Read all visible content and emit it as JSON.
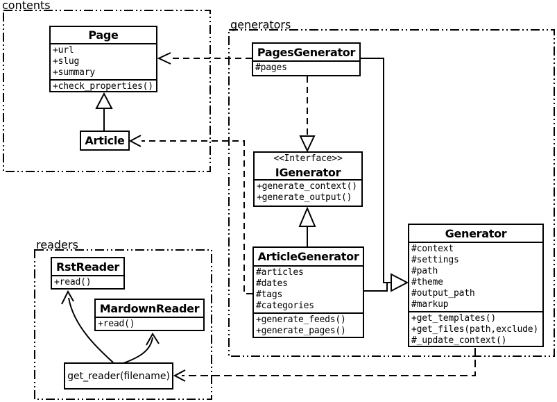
{
  "diagram_title": "UML class diagram",
  "colors": {
    "line": "#000000",
    "background": "#ffffff"
  },
  "packages": {
    "contents": {
      "label": "contents"
    },
    "generators": {
      "label": "generators"
    },
    "readers": {
      "label": "readers"
    }
  },
  "classes": {
    "page": {
      "title": "Page",
      "attrs": [
        "+url",
        "+slug",
        "+summary"
      ],
      "methods": [
        "+check_properties()"
      ]
    },
    "article": {
      "title": "Article"
    },
    "pages_generator": {
      "title": "PagesGenerator",
      "attrs": [
        "#pages"
      ]
    },
    "igenerator": {
      "stereotype": "<<Interface>>",
      "title": "IGenerator",
      "methods": [
        "+generate_context()",
        "+generate_output()"
      ]
    },
    "article_generator": {
      "title": "ArticleGenerator",
      "attrs": [
        "#articles",
        "#dates",
        "#tags",
        "#categories"
      ],
      "methods": [
        "+generate_feeds()",
        "+generate_pages()"
      ]
    },
    "generator": {
      "title": "Generator",
      "attrs": [
        "#context",
        "#settings",
        "#path",
        "#theme",
        "#output_path",
        "#markup"
      ],
      "methods": [
        "+get_templates()",
        "+get_files(path,exclude)",
        "#_update_context()"
      ]
    },
    "rst_reader": {
      "title": "RstReader",
      "methods": [
        "+read()"
      ]
    },
    "mardown_reader": {
      "title": "MardownReader",
      "methods": [
        "+read()"
      ]
    },
    "get_reader": {
      "title": "get_reader(filename)"
    }
  },
  "relationships": [
    {
      "from": "Article",
      "to": "Page",
      "type": "generalization"
    },
    {
      "from": "PagesGenerator",
      "to": "Page",
      "type": "dependency"
    },
    {
      "from": "PagesGenerator",
      "to": "IGenerator",
      "type": "realization"
    },
    {
      "from": "ArticleGenerator",
      "to": "IGenerator",
      "type": "generalization"
    },
    {
      "from": "PagesGenerator",
      "to": "Generator",
      "type": "generalization"
    },
    {
      "from": "ArticleGenerator",
      "to": "Generator",
      "type": "generalization"
    },
    {
      "from": "ArticleGenerator",
      "to": "Article",
      "type": "dependency"
    },
    {
      "from": "Generator",
      "to": "get_reader(filename)",
      "type": "dependency"
    },
    {
      "from": "get_reader(filename)",
      "to": "RstReader",
      "type": "arrow"
    },
    {
      "from": "get_reader(filename)",
      "to": "MardownReader",
      "type": "arrow"
    }
  ]
}
